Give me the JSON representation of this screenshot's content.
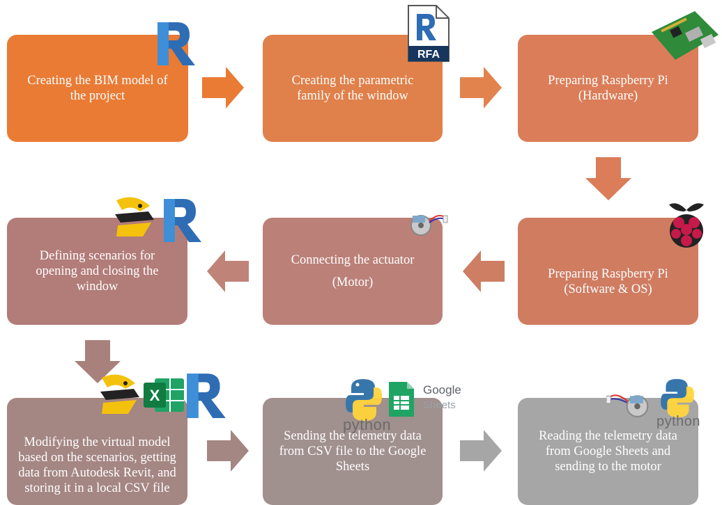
{
  "colors": {
    "orange": "#E97B35",
    "orange_light": "#E0804A",
    "orange_pale": "#D67B5C",
    "brown": "#C8847A",
    "mauve": "#B27C78",
    "mauve_grey": "#A48683",
    "grey_brown": "#A0908E",
    "grey": "#A6A6A6"
  },
  "steps": [
    {
      "text": "Creating the BIM model of the project"
    },
    {
      "text": "Creating the parametric family of the window"
    },
    {
      "text": "Preparing Raspberry Pi (Hardware)"
    },
    {
      "text": "Preparing Raspberry Pi (Software & OS)"
    },
    {
      "line1": "Connecting the actuator",
      "line2": "(Motor)"
    },
    {
      "text": "Defining scenarios for opening and closing the window"
    },
    {
      "text": "Modifying the virtual model based on the scenarios, getting data from Autodesk Revit, and storing it in a local CSV file"
    },
    {
      "text": "Sending the telemetry data from CSV file to the Google Sheets"
    },
    {
      "text": "Reading the telemetry data from Google Sheets and sending to the motor"
    }
  ],
  "icons": {
    "revit_letter": "R",
    "rfa_label": "RFA",
    "excel_letter": "X",
    "python_label": "python",
    "google_label": "Google",
    "sheets_label": "Sheets"
  }
}
